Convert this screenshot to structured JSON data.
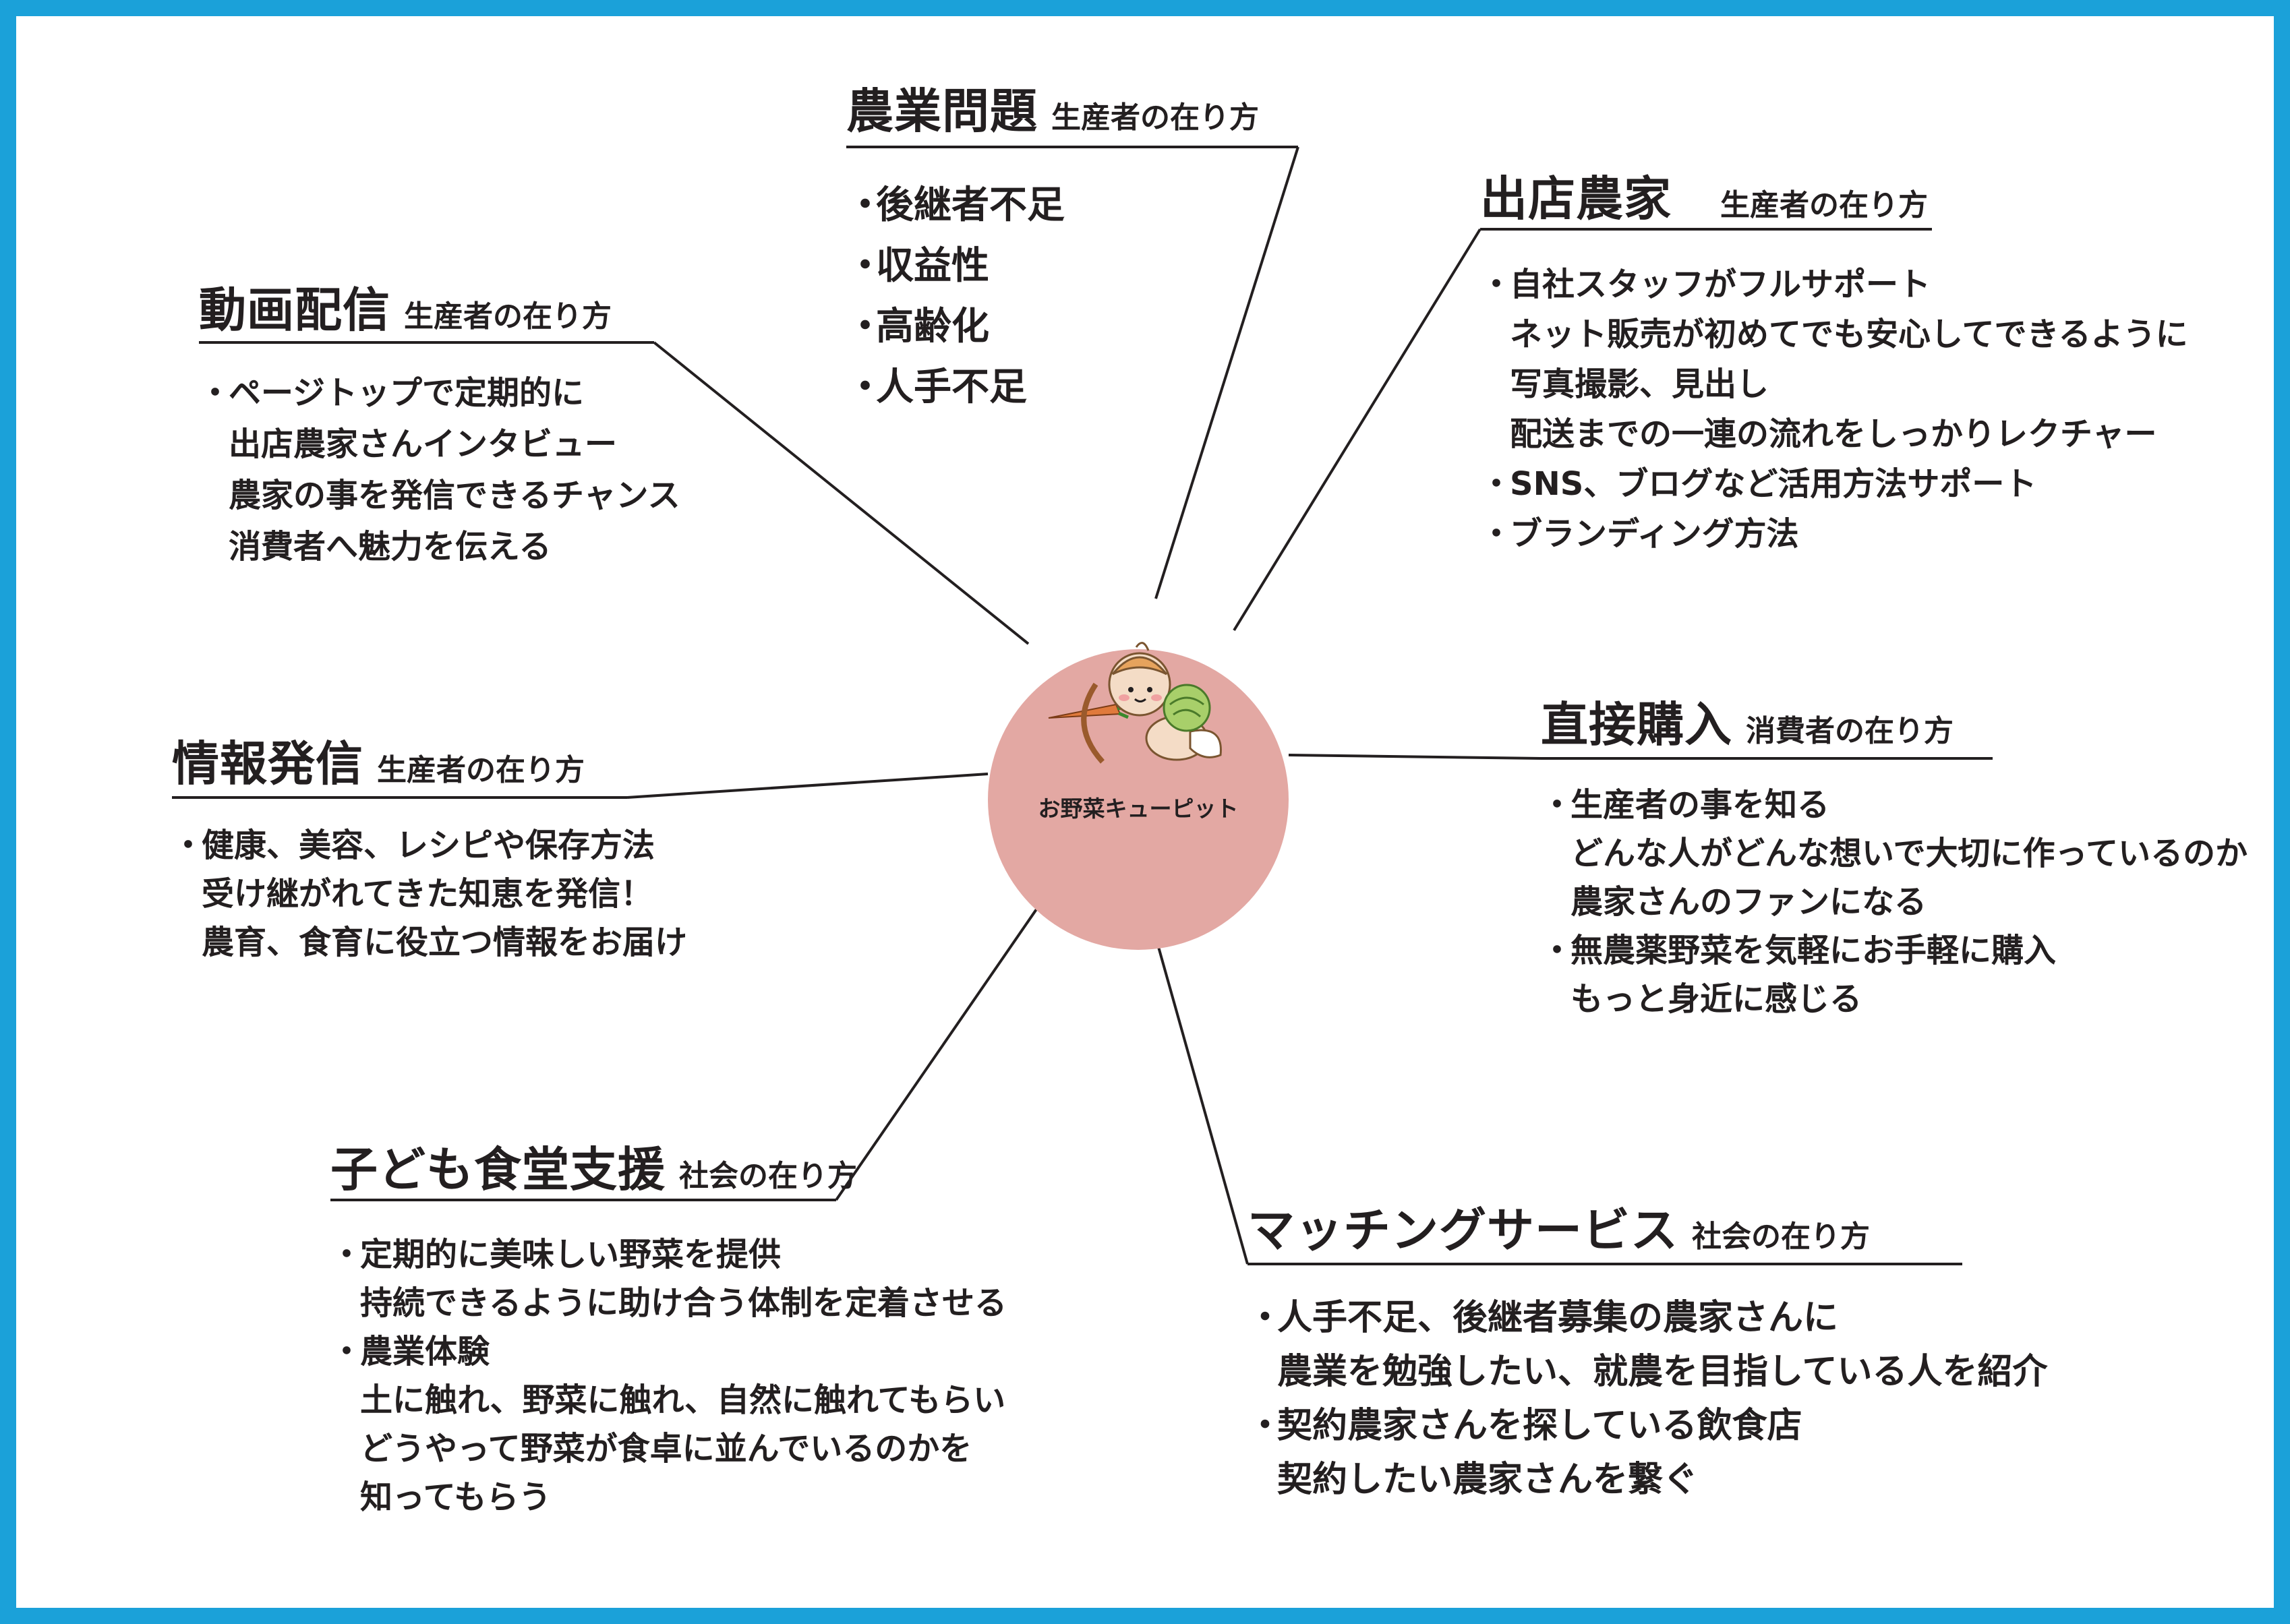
{
  "center": {
    "label": "お野菜キューピット"
  },
  "nodes": {
    "nogyo": {
      "title": "農業問題",
      "sub": "生産者の在り方",
      "items": [
        [
          "後継者不足"
        ],
        [
          "収益性"
        ],
        [
          "高齢化"
        ],
        [
          "人手不足"
        ]
      ]
    },
    "shutten": {
      "title": "出店農家",
      "sub": "生産者の在り方",
      "items": [
        [
          "自社スタッフがフルサポート",
          "ネット販売が初めてでも安心してできるように",
          "写真撮影、見出し",
          "配送までの一連の流れをしっかりレクチャー"
        ],
        [
          "SNS、ブログなど活用方法サポート"
        ],
        [
          "ブランディング方法"
        ]
      ]
    },
    "douga": {
      "title": "動画配信",
      "sub": "生産者の在り方",
      "items": [
        [
          "ページトップで定期的に",
          "出店農家さんインタビュー",
          "農家の事を発信できるチャンス",
          "消費者へ魅力を伝える"
        ]
      ]
    },
    "joho": {
      "title": "情報発信",
      "sub": "生産者の在り方",
      "items": [
        [
          "健康、美容、レシピや保存方法",
          "受け継がれてきた知恵を発信！",
          "農育、食育に役立つ情報をお届け"
        ]
      ]
    },
    "chokusetsu": {
      "title": "直接購入",
      "sub": "消費者の在り方",
      "items": [
        [
          "生産者の事を知る",
          "どんな人がどんな想いで大切に作っているのか",
          "農家さんのファンになる"
        ],
        [
          "無農薬野菜を気軽にお手軽に購入",
          "もっと身近に感じる"
        ]
      ]
    },
    "kodomo": {
      "title": "子ども食堂支援",
      "sub": "社会の在り方",
      "items": [
        [
          "定期的に美味しい野菜を提供",
          "持続できるように助け合う体制を定着させる"
        ],
        [
          "農業体験",
          "土に触れ、野菜に触れ、自然に触れてもらい",
          "どうやって野菜が食卓に並んでいるのかを",
          "知ってもらう"
        ]
      ]
    },
    "matching": {
      "title": "マッチングサービス",
      "sub": "社会の在り方",
      "items": [
        [
          "人手不足、後継者募集の農家さんに",
          "農業を勉強したい、就農を目指している人を紹介"
        ],
        [
          "契約農家さんを探している飲食店",
          "契約したい農家さんを繋ぐ"
        ]
      ]
    }
  },
  "bullet": "・",
  "colors": {
    "frame": "#1ba1d9",
    "circle": "#e3a8a3",
    "text": "#231f20"
  }
}
